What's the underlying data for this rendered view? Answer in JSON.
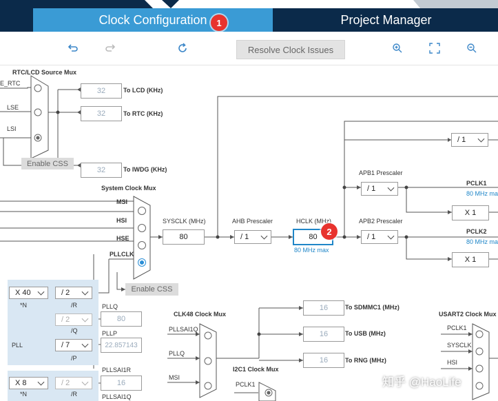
{
  "tabs": [
    {
      "label": "Clock Configuration",
      "badge": "1",
      "active": true
    },
    {
      "label": "Project Manager",
      "active": false
    }
  ],
  "toolbar": {
    "undo_icon": "undo-icon",
    "redo_icon": "redo-icon",
    "refresh_icon": "refresh-icon",
    "resolve_label": "Resolve Clock Issues",
    "zoom_in_icon": "zoom-in-icon",
    "fit_icon": "fit-screen-icon",
    "zoom_out_icon": "zoom-out-icon"
  },
  "rtc": {
    "title": "RTC/LCD Source Mux",
    "inputs": [
      "E_RTC",
      "LSE",
      "LSI"
    ],
    "enable_css": "Enable CSS",
    "lcd_value": "32",
    "lcd_label": "To LCD (KHz)",
    "rtc_value": "32",
    "rtc_label": "To RTC (KHz)",
    "iwdg_value": "32",
    "iwdg_label": "To IWDG (KHz)"
  },
  "sysmux": {
    "title": "System Clock Mux",
    "inputs": [
      "MSI",
      "HSI",
      "HSE",
      "PLLCLK"
    ],
    "enable_css": "Enable CSS"
  },
  "sysclk": {
    "label": "SYSCLK (MHz)",
    "value": "80"
  },
  "ahb": {
    "label": "AHB Prescaler",
    "value": "/ 1"
  },
  "hclk": {
    "label": "HCLK (MHz)",
    "value": "80",
    "max": "80 MHz max",
    "badge": "2"
  },
  "apb1": {
    "label": "APB1 Prescaler",
    "value": "/ 1",
    "pclk_label": "PCLK1",
    "pclk_max": "80 MHz max",
    "mult": "X 1"
  },
  "apb2": {
    "label": "APB2 Prescaler",
    "value": "/ 1",
    "pclk_label": "PCLK2",
    "pclk_max": "80 MHz max",
    "mult": "X 1"
  },
  "top_div": "/ 1",
  "pll": {
    "label": "PLL",
    "n_value": "X 40",
    "n_label": "*N",
    "r_value": "/ 2",
    "r_label": "/R",
    "q_value": "/ 2",
    "q_label": "/Q",
    "p_value": "/ 7",
    "p_label": "/P",
    "pllq_label": "PLLQ",
    "pllq_value": "80",
    "pllp_label": "PLLP",
    "pllp_value": "22.857143"
  },
  "pllsai1": {
    "n_value": "X 8",
    "n_label": "*N",
    "r_value": "/ 2",
    "r_label": "/R",
    "r_out_label": "PLLSAI1R",
    "r_out_value": "16",
    "q_out_label": "PLLSAI1Q"
  },
  "clk48": {
    "title": "CLK48 Clock Mux",
    "inputs": [
      "PLLSAI1Q",
      "PLLQ",
      "MSI"
    ],
    "sdmmc_value": "16",
    "sdmmc_label": "To SDMMC1 (MHz)",
    "usb_value": "16",
    "usb_label": "To USB (MHz)",
    "rng_value": "16",
    "rng_label": "To RNG (MHz)"
  },
  "i2c1": {
    "title": "I2C1 Clock Mux",
    "inputs": [
      "PCLK1"
    ]
  },
  "usart2": {
    "title": "USART2 Clock Mux",
    "inputs": [
      "PCLK1",
      "SYSCLK",
      "HSI"
    ]
  },
  "watermark": "知乎 @HaoLife"
}
